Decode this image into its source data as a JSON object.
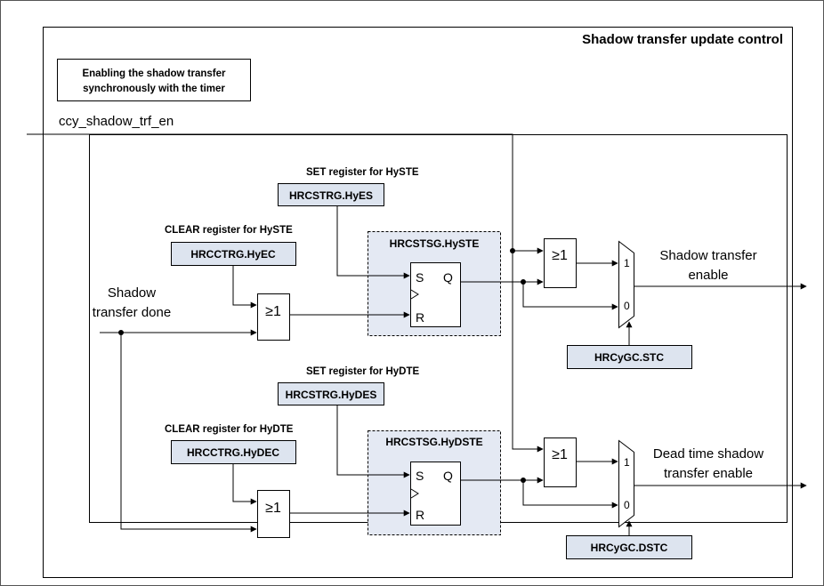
{
  "title": "Shadow transfer update control",
  "note": {
    "line1": "Enabling the shadow transfer",
    "line2": "synchronously with the timer"
  },
  "signals": {
    "ccy_input": "ccy_shadow_trf_en",
    "shadow_done_line1": "Shadow",
    "shadow_done_line2": "transfer done"
  },
  "top": {
    "set_label": "SET register for HySTE",
    "set_register": "HRCSTRG.HyES",
    "clear_label": "CLEAR register for HySTE",
    "clear_register": "HRCCTRG.HyEC",
    "latch_name": "HRCSTSG.HySTE",
    "or_symbol": "≥1",
    "or2_symbol": "≥1",
    "ff_s": "S",
    "ff_q": "Q",
    "ff_r": "R",
    "mux_1": "1",
    "mux_0": "0",
    "mux_ctrl": "HRCyGC.STC",
    "output_line1": "Shadow transfer",
    "output_line2": "enable"
  },
  "bottom": {
    "set_label": "SET register for HyDTE",
    "set_register": "HRCSTRG.HyDES",
    "clear_label": "CLEAR register for HyDTE",
    "clear_register": "HRCCTRG.HyDEC",
    "latch_name": "HRCSTSG.HyDSTE",
    "or_symbol": "≥1",
    "or2_symbol": "≥1",
    "ff_s": "S",
    "ff_q": "Q",
    "ff_r": "R",
    "mux_1": "1",
    "mux_0": "0",
    "mux_ctrl": "HRCyGC.DSTC",
    "output_line1": "Dead time shadow",
    "output_line2": "transfer enable"
  },
  "colors": {
    "register_fill": "#dde4ef",
    "latch_fill": "#e4e9f3",
    "line": "#000000"
  }
}
